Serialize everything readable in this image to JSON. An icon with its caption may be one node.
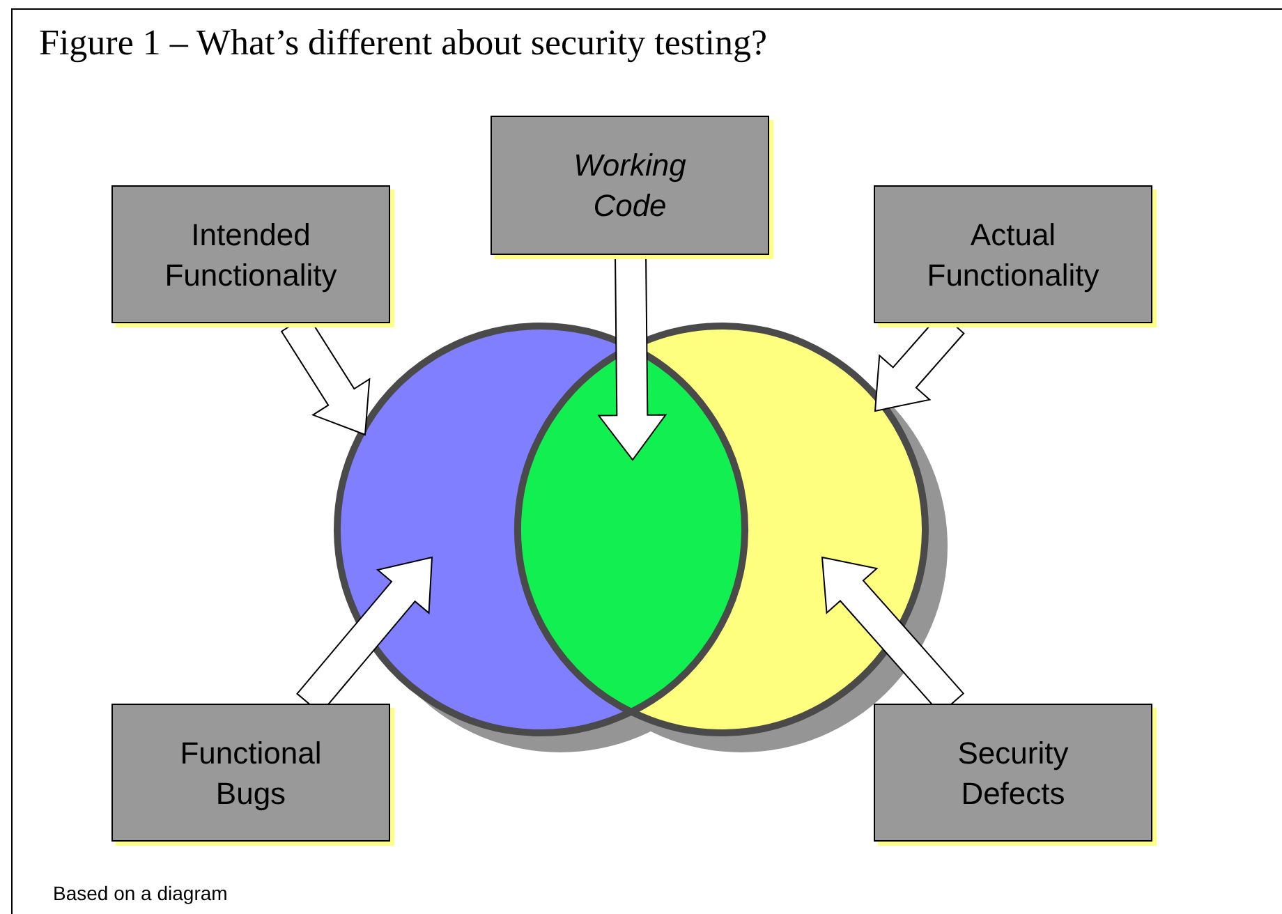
{
  "diagram": {
    "title": "Figure 1 – What’s different about security testing?",
    "caption": "Based on a diagram",
    "nodes": [
      {
        "text": [
          "Intended Functionality"
        ]
      },
      {
        "text": [
          "Working Code"
        ]
      },
      {
        "text": [
          "Actual Functionality"
        ]
      },
      {
        "text": [
          "Functional Bugs"
        ]
      },
      {
        "text": [
          "Security Defects"
        ]
      },
      {
        "text": [],
        "shape": "circle"
      },
      {
        "text": [],
        "shape": "circle"
      },
      {
        "text": [],
        "shape": "lens"
      }
    ],
    "edges": [
      {
        "from": 0,
        "to": 5,
        "arrow": "to"
      },
      {
        "from": 1,
        "to": 7,
        "arrow": "to"
      },
      {
        "from": 2,
        "to": 6,
        "arrow": "to"
      },
      {
        "from": 3,
        "to": 5,
        "arrow": "to"
      },
      {
        "from": 4,
        "to": 6,
        "arrow": "to"
      }
    ]
  }
}
